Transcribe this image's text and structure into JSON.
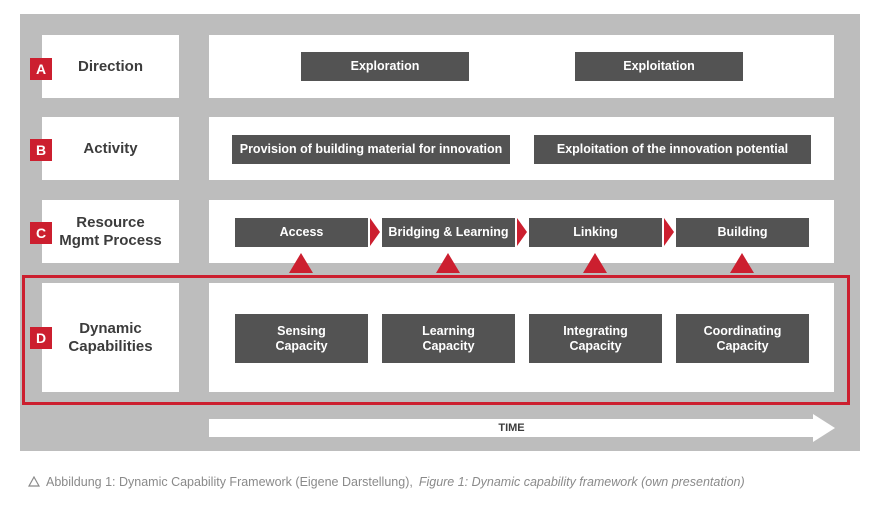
{
  "rows": {
    "a": {
      "letter": "A",
      "label": "Direction"
    },
    "b": {
      "letter": "B",
      "label": "Activity"
    },
    "c": {
      "letter": "C",
      "label": "Resource\nMgmt Process"
    },
    "d": {
      "letter": "D",
      "label": "Dynamic\nCapabilities"
    }
  },
  "direction": [
    "Exploration",
    "Exploitation"
  ],
  "activity": [
    "Provision of building material for innovation",
    "Exploitation of the innovation potential"
  ],
  "process": [
    "Access",
    "Bridging & Learning",
    "Linking",
    "Building"
  ],
  "capabilities": [
    "Sensing\nCapacity",
    "Learning\nCapacity",
    "Integrating\nCapacity",
    "Coordinating\nCapacity"
  ],
  "time_label": "TIME",
  "caption": {
    "de": "Abbildung 1: Dynamic Capability Framework (Eigene Darstellung),",
    "en": "Figure 1: Dynamic capability framework (own presentation)"
  },
  "colors": {
    "accent": "#cc1f2f",
    "box": "#535353",
    "frame": "#bdbdbd"
  }
}
